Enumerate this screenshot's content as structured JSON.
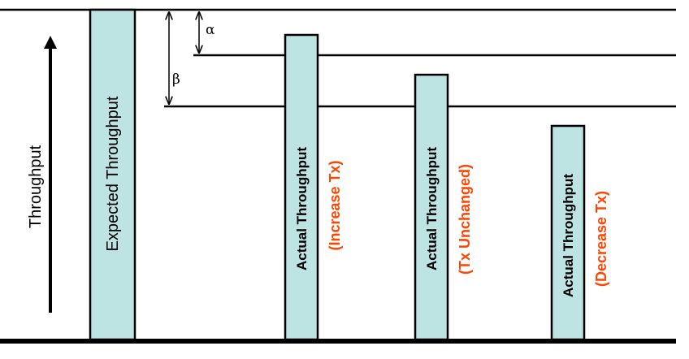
{
  "axis": {
    "label": "Throughput"
  },
  "bars": {
    "expected": {
      "label": "Expected Throughput"
    },
    "actual": [
      {
        "label": "Actual Throughput",
        "action": "(Increase Tx)"
      },
      {
        "label": "Actual Throughput",
        "action": "(Tx Unchanged)"
      },
      {
        "label": "Actual Throughput",
        "action": "(Decrease Tx)"
      }
    ]
  },
  "thresholds": {
    "alpha": "α",
    "beta": "β"
  },
  "colors": {
    "bar_fill": "#bde3e3",
    "action_text": "#ff4500",
    "lines": "#000000"
  }
}
